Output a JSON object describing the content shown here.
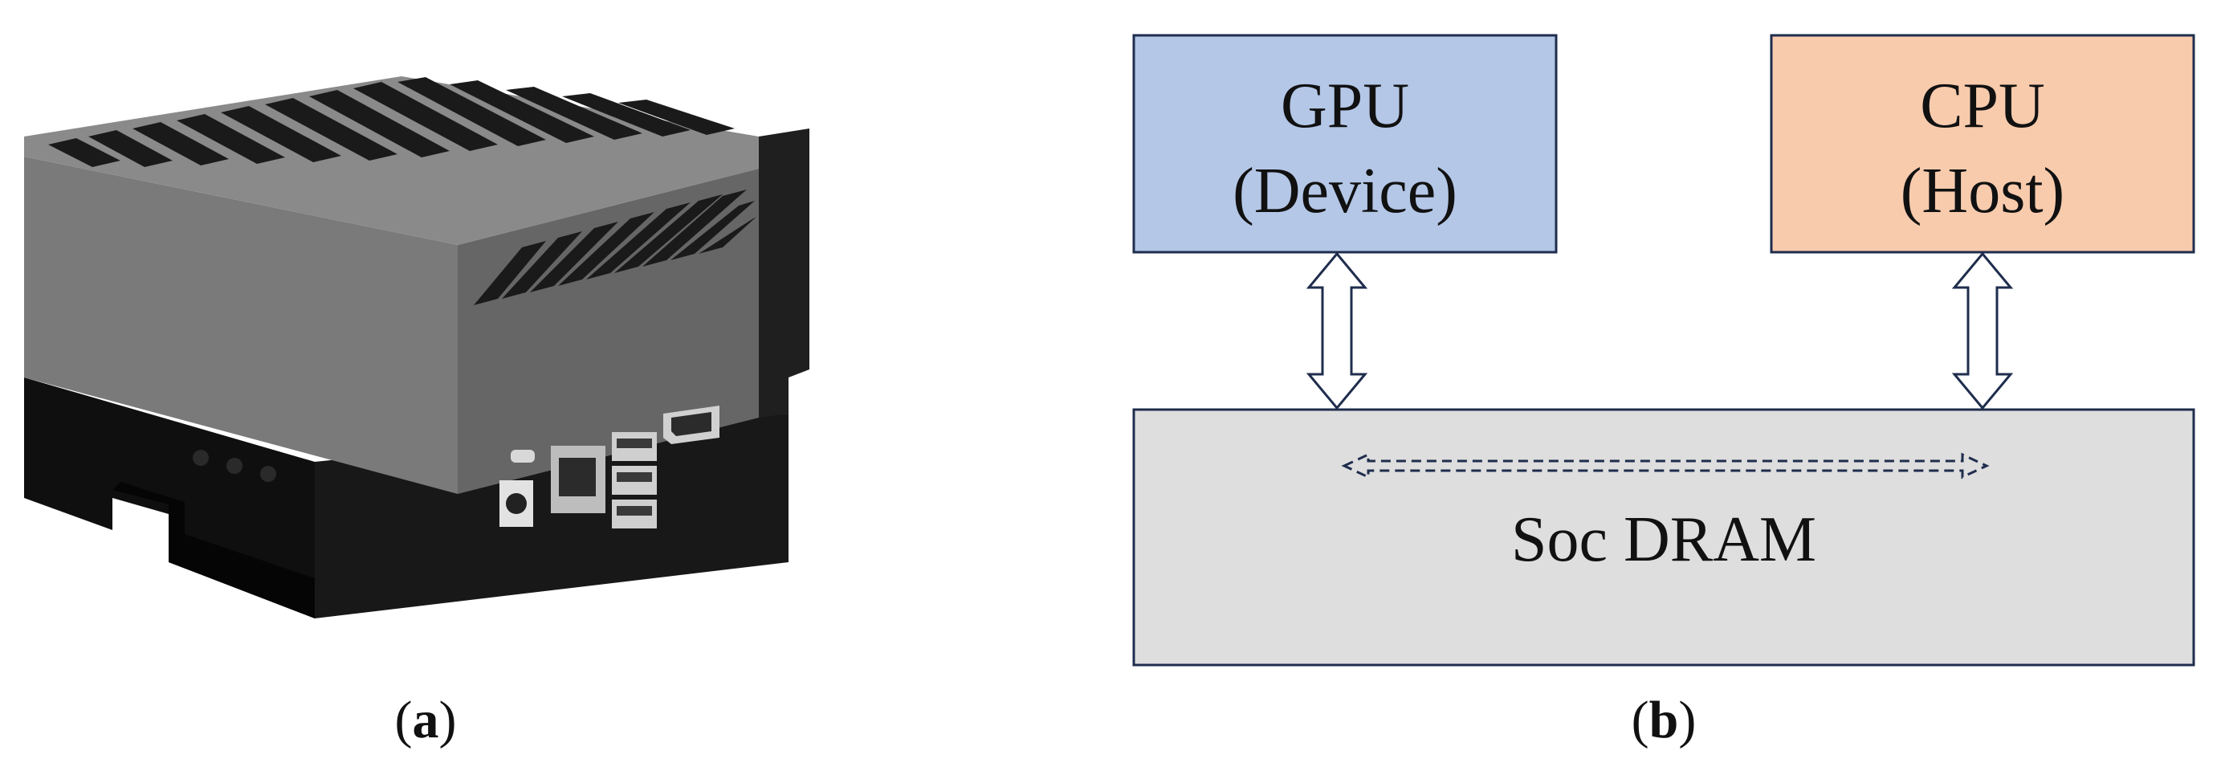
{
  "panel_a": {
    "caption_open": "(",
    "caption_letter": "a",
    "caption_close": ")",
    "image": "embedded-device-photo"
  },
  "panel_b": {
    "caption_open": "(",
    "caption_letter": "b",
    "caption_close": ")",
    "gpu": {
      "line1": "GPU",
      "line2": "(Device)",
      "fill": "#b4c7e7"
    },
    "cpu": {
      "line1": "CPU",
      "line2": "(Host)",
      "fill": "#f8cbad"
    },
    "dram": {
      "label": "Soc DRAM",
      "fill": "#dedede"
    },
    "border_color": "#1f2d4d"
  }
}
